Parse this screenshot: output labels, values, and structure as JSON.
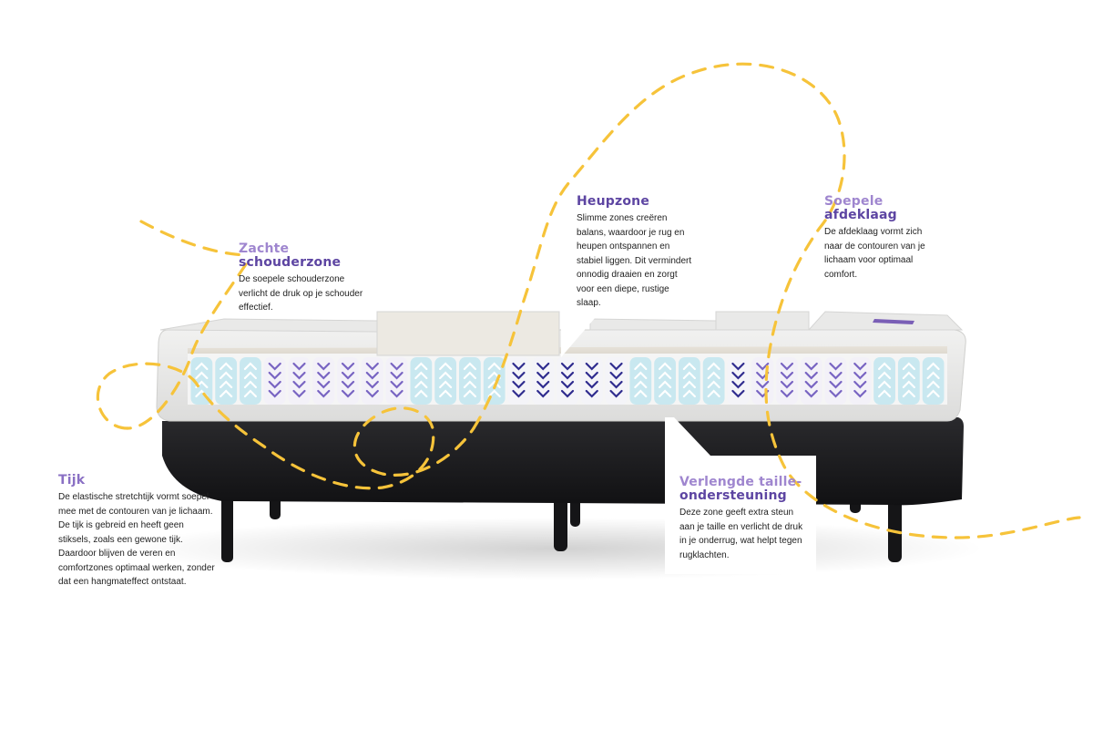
{
  "colors": {
    "accent_light": "#9f86cf",
    "accent_dark": "#5d45a2",
    "curve": "#f6c33a",
    "mattress_cover": "#ededec",
    "spring_light": "#c9e8f0",
    "spring_purple": "#7864c2",
    "spring_navy": "#2f2c8e",
    "base": "#1c1c1e"
  },
  "callouts": {
    "schouder": {
      "title_line1": "Zachte",
      "title_line2": "schouderzone",
      "description": "De soepele schouderzone verlicht de druk op je schouder effectief."
    },
    "heup": {
      "title": "Heupzone",
      "description": "Slimme zones creëren balans, waardoor je rug en heupen ontspannen en stabiel liggen. Dit vermindert onnodig draaien en zorgt voor een diepe, rustige slaap."
    },
    "afdeklaag": {
      "title_line1": "Soepele",
      "title_line2": "afdeklaag",
      "description": "De afdeklaag vormt zich naar de contouren van je lichaam voor optimaal comfort."
    },
    "tijk": {
      "title": "Tijk",
      "description": "De elastische stretchtijk vormt soepel mee met de contouren van je lichaam. De tijk is gebreid en heeft geen stiksels, zoals een gewone tijk. Daardoor blijven de veren en comfortzones optimaal werken, zonder dat een hangmateffect ontstaat."
    },
    "taille": {
      "title_line1": "Verlengde taille-",
      "title_line2": "ondersteuning",
      "description": "Deze zone geeft extra steun aan je taille en verlicht de druk in je onderrug, wat helpt tegen rugklachten."
    }
  },
  "spring_zones": [
    "light",
    "light",
    "light",
    "purple",
    "purple",
    "purple",
    "purple",
    "purple",
    "purple",
    "light",
    "light",
    "light",
    "light",
    "navy",
    "navy",
    "navy",
    "navy",
    "navy",
    "light",
    "light",
    "light",
    "light",
    "navy",
    "purple",
    "purple",
    "purple",
    "purple",
    "purple",
    "light",
    "light",
    "light"
  ]
}
